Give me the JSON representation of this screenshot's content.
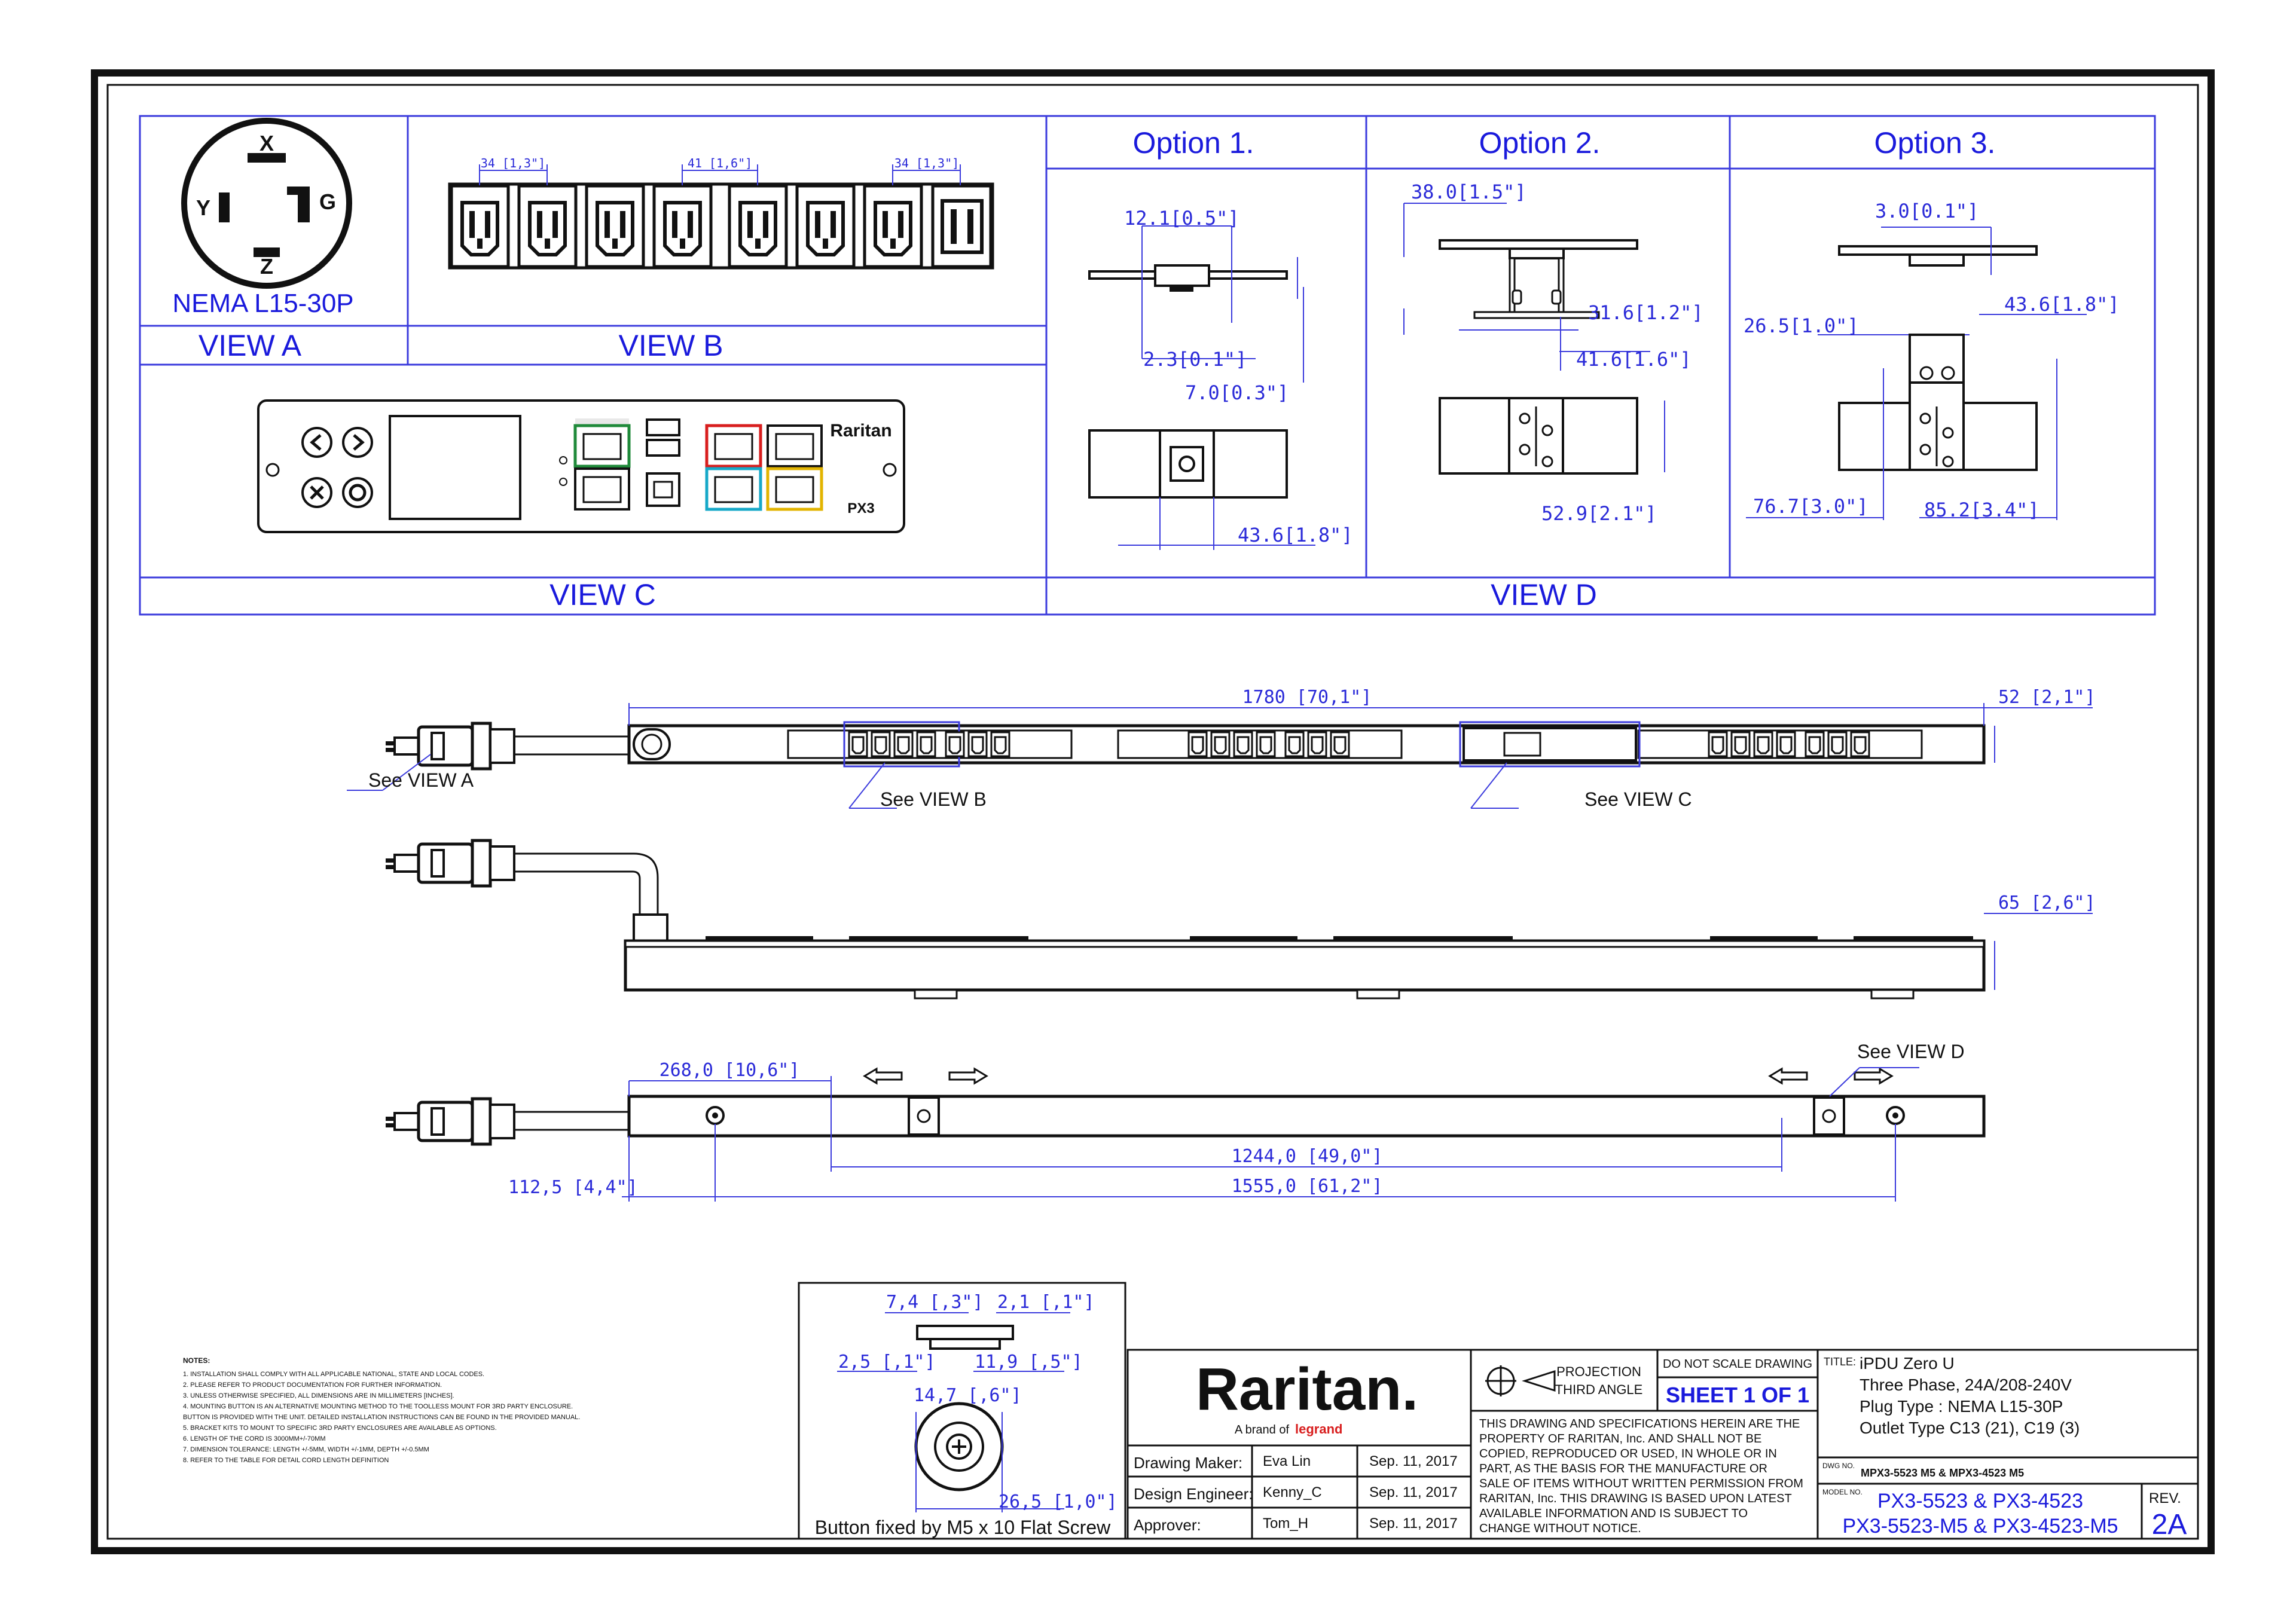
{
  "view_a": {
    "label": "VIEW A",
    "plug": "NEMA L15-30P",
    "pins": {
      "x": "X",
      "y": "Y",
      "g": "G",
      "z": "Z"
    }
  },
  "view_b": {
    "label": "VIEW B",
    "dims": [
      "34 [1,3\"]",
      "41 [1,6\"]",
      "34 [1,3\"]"
    ]
  },
  "view_c": {
    "label": "VIEW C",
    "brand": "Raritan",
    "model_mark": "PX3"
  },
  "view_d": {
    "label": "VIEW D"
  },
  "options": [
    {
      "title": "Option 1.",
      "dims": [
        "12.1[0.5\"]",
        "2.3[0.1\"]",
        "7.0[0.3\"]",
        "43.6[1.8\"]"
      ]
    },
    {
      "title": "Option  2.",
      "dims": [
        "38.0[1.5\"]",
        "31.6[1.2\"]",
        "41.6[1.6\"]",
        "52.9[2.1\"]"
      ]
    },
    {
      "title": "Option 3.",
      "dims": [
        "3.0[0.1\"]",
        "43.6[1.8\"]",
        "26.5[1.0\"]",
        "76.7[3.0\"]",
        "85.2[3.4\"]"
      ]
    }
  ],
  "main_view": {
    "length": "1780 [70,1\"]",
    "width": "52 [2,1\"]",
    "depth": "65 [2,6\"]",
    "see_a": "See VIEW A",
    "see_b": "See VIEW B",
    "see_c": "See VIEW C",
    "see_d": "See VIEW D",
    "d268": "268,0 [10,6\"]",
    "d1244": "1244,0 [49,0\"]",
    "d112": "112,5 [4,4\"]",
    "d1555": "1555,0 [61,2\"]"
  },
  "button_detail": {
    "caption": "Button fixed by M5 x 10 Flat Screw",
    "dims": [
      "7,4 [,3\"]",
      "2,1 [,1\"]",
      "2,5 [,1\"]",
      "11,9 [,5\"]",
      "14,7 [,6\"]",
      "26,5 [1,0\"]"
    ]
  },
  "notes": {
    "title": "NOTES:",
    "items": [
      "1. INSTALLATION SHALL COMPLY WITH ALL APPLICABLE NATIONAL, STATE AND LOCAL CODES.",
      "2. PLEASE REFER TO PRODUCT DOCUMENTATION FOR FURTHER INFORMATION.",
      "3. UNLESS OTHERWISE SPECIFIED, ALL DIMENSIONS ARE IN MILLIMETERS [INCHES].",
      "4. MOUNTING BUTTON IS AN ALTERNATIVE MOUNTING METHOD TO THE TOOLLESS MOUNT FOR 3RD PARTY ENCLOSURE.",
      "   BUTTON IS PROVIDED WITH THE UNIT. DETAILED INSTALLATION INSTRUCTIONS CAN BE FOUND IN THE PROVIDED MANUAL.",
      "5. BRACKET KITS TO MOUNT TO SPECIFIC 3RD PARTY ENCLOSURES ARE AVAILABLE AS OPTIONS.",
      "6. LENGTH OF THE CORD IS 3000MM+/-70MM",
      "7. DIMENSION TOLERANCE: LENGTH +/-5MM, WIDTH +/-1MM, DEPTH +/-0.5MM",
      "8. REFER TO THE TABLE FOR DETAIL CORD LENGTH DEFINITION"
    ]
  },
  "title_block": {
    "logo": "Raritan.",
    "tagline_pre": "A brand of",
    "tagline_brand": "legrand",
    "rows": [
      {
        "role": "Drawing Maker:",
        "name": "Eva Lin",
        "date": "Sep. 11, 2017"
      },
      {
        "role": "Design Engineer:",
        "name": "Kenny_C",
        "date": "Sep. 11, 2017"
      },
      {
        "role": "Approver:",
        "name": "Tom_H",
        "date": "Sep. 11, 2017"
      }
    ],
    "projection": "PROJECTION",
    "third_angle": "THIRD ANGLE",
    "no_scale": "DO NOT SCALE DRAWING",
    "sheet": "SHEET 1 OF 1",
    "disclaimer": [
      "THIS DRAWING AND SPECIFICATIONS HEREIN ARE THE",
      "PROPERTY OF RARITAN, Inc. AND SHALL NOT BE",
      "COPIED, REPRODUCED OR USED, IN WHOLE OR IN",
      "PART, AS THE BASIS FOR THE MANUFACTURE OR",
      "SALE OF ITEMS WITHOUT WRITTEN PERMISSION FROM",
      "RARITAN, Inc. THIS DRAWING IS BASED UPON LATEST",
      "AVAILABLE INFORMATION AND IS SUBJECT TO",
      "CHANGE WITHOUT NOTICE."
    ],
    "title_label": "TITLE:",
    "title_lines": [
      "iPDU Zero U",
      "Three Phase, 24A/208-240V",
      "Plug Type : NEMA L15-30P",
      "Outlet Type  C13 (21), C19 (3)"
    ],
    "dwg_label": "DWG NO.",
    "dwg_no": "MPX3-5523 M5 & MPX3-4523 M5",
    "model_label": "MODEL NO.",
    "model_lines": [
      "PX3-5523 & PX3-4523",
      "PX3-5523-M5 & PX3-4523-M5"
    ],
    "rev_label": "REV.",
    "rev": "2A"
  },
  "colors": {
    "accent": "#1a1adc",
    "frame": "#111111",
    "network_green": "#1f8a3a",
    "serial_red": "#d81e1e",
    "console_cyan": "#16a8c8",
    "sensor_yellow": "#e2b400"
  }
}
